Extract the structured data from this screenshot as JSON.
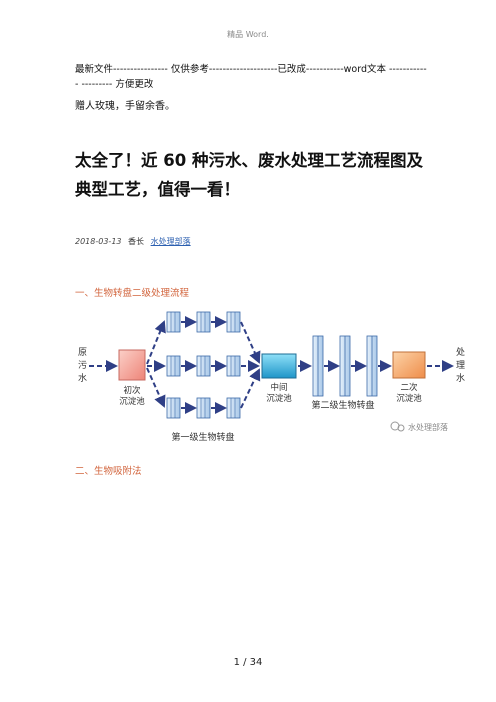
{
  "header": {
    "text": "精品 Word."
  },
  "disclaimer": "最新文件---------------- 仅供参考--------------------已改成-----------word文本 ------------ --------- 方便更改",
  "motto": "赠人玫瑰，手留余香。",
  "article": {
    "title": "太全了！近 60 种污水、废水处理工艺流程图及典型工艺，值得一看！",
    "date": "2018-03-13",
    "author": "香长",
    "source": "水处理部落"
  },
  "sections": [
    {
      "heading": "一、生物转盘二级处理流程"
    },
    {
      "heading": "二、生物吸附法"
    }
  ],
  "diagram": {
    "raw_water": [
      "原",
      "污",
      "水"
    ],
    "primary_tank": [
      "初次",
      "沉淀池"
    ],
    "stage1_label": "第一级生物转盘",
    "mid_tank": [
      "中间",
      "沉淀池"
    ],
    "stage2_label": "第二级生物转盘",
    "secondary_tank": [
      "二次",
      "沉淀池"
    ],
    "treated_water": [
      "处",
      "理",
      "水"
    ],
    "watermark": "水处理部落",
    "colors": {
      "arrow": "#2f3f86",
      "primary": "#f4a09a",
      "mid": "#3bb3de",
      "secondary": "#f5a76a",
      "disc": "#bfd7ef"
    }
  },
  "footer": {
    "page": "1 / 34"
  }
}
